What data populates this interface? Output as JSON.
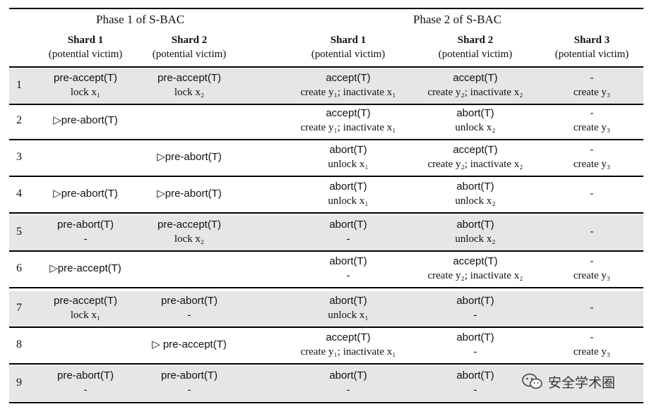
{
  "header": {
    "phase1": "Phase 1 of S-BAC",
    "phase2": "Phase 2 of S-BAC",
    "columns": [
      {
        "name": "Shard 1",
        "sub": "(potential victim)"
      },
      {
        "name": "Shard 2",
        "sub": "(potential victim)"
      },
      {
        "name": "Shard 1",
        "sub": "(potential victim)"
      },
      {
        "name": "Shard 2",
        "sub": "(potential victim)"
      },
      {
        "name": "Shard 3",
        "sub": "(potential victim)"
      }
    ]
  },
  "rows": [
    {
      "num": "1",
      "shaded": true,
      "cells": [
        [
          "pre-accept(T)",
          "lock x₁"
        ],
        [
          "pre-accept(T)",
          "lock x₂"
        ],
        [
          "accept(T)",
          "create y₁; inactivate x₁"
        ],
        [
          "accept(T)",
          "create y₂; inactivate x₂"
        ],
        [
          "-",
          "create y₃"
        ]
      ]
    },
    {
      "num": "2",
      "shaded": false,
      "cells": [
        [
          "▷pre-abort(T)",
          ""
        ],
        [
          "",
          ""
        ],
        [
          "accept(T)",
          "create y₁; inactivate x₁"
        ],
        [
          "abort(T)",
          "unlock x₂"
        ],
        [
          "-",
          "create y₃"
        ]
      ]
    },
    {
      "num": "3",
      "shaded": false,
      "cells": [
        [
          "",
          ""
        ],
        [
          "▷pre-abort(T)",
          ""
        ],
        [
          "abort(T)",
          "unlock x₁"
        ],
        [
          "accept(T)",
          "create y₂; inactivate x₂"
        ],
        [
          "-",
          "create y₃"
        ]
      ]
    },
    {
      "num": "4",
      "shaded": false,
      "cells": [
        [
          "▷pre-abort(T)",
          ""
        ],
        [
          "▷pre-abort(T)",
          ""
        ],
        [
          "abort(T)",
          "unlock x₁"
        ],
        [
          "abort(T)",
          "unlock x₂"
        ],
        [
          "-",
          ""
        ]
      ]
    },
    {
      "num": "5",
      "shaded": true,
      "cells": [
        [
          "pre-abort(T)",
          "-"
        ],
        [
          "pre-accept(T)",
          "lock x₂"
        ],
        [
          "abort(T)",
          "-"
        ],
        [
          "abort(T)",
          "unlock x₂"
        ],
        [
          "-",
          ""
        ]
      ]
    },
    {
      "num": "6",
      "shaded": false,
      "cells": [
        [
          "▷pre-accept(T)",
          ""
        ],
        [
          "",
          ""
        ],
        [
          "abort(T)",
          "-"
        ],
        [
          "accept(T)",
          "create y₂; inactivate x₂"
        ],
        [
          "-",
          "create y₃"
        ]
      ]
    },
    {
      "num": "7",
      "shaded": true,
      "cells": [
        [
          "pre-accept(T)",
          "lock x₁"
        ],
        [
          "pre-abort(T)",
          "-"
        ],
        [
          "abort(T)",
          "unlock x₁"
        ],
        [
          "abort(T)",
          "-"
        ],
        [
          "-",
          ""
        ]
      ]
    },
    {
      "num": "8",
      "shaded": false,
      "cells": [
        [
          "",
          ""
        ],
        [
          "▷ pre-accept(T)",
          ""
        ],
        [
          "accept(T)",
          "create y₁; inactivate x₁"
        ],
        [
          "abort(T)",
          "-"
        ],
        [
          "-",
          "create y₃"
        ]
      ]
    },
    {
      "num": "9",
      "shaded": true,
      "cells": [
        [
          "pre-abort(T)",
          "-"
        ],
        [
          "pre-abort(T)",
          "-"
        ],
        [
          "abort(T)",
          "-"
        ],
        [
          "abort(T)",
          "-"
        ],
        [
          "",
          ""
        ]
      ]
    }
  ],
  "watermark": {
    "text": "安全学术圈",
    "icon": "wechat-icon"
  }
}
